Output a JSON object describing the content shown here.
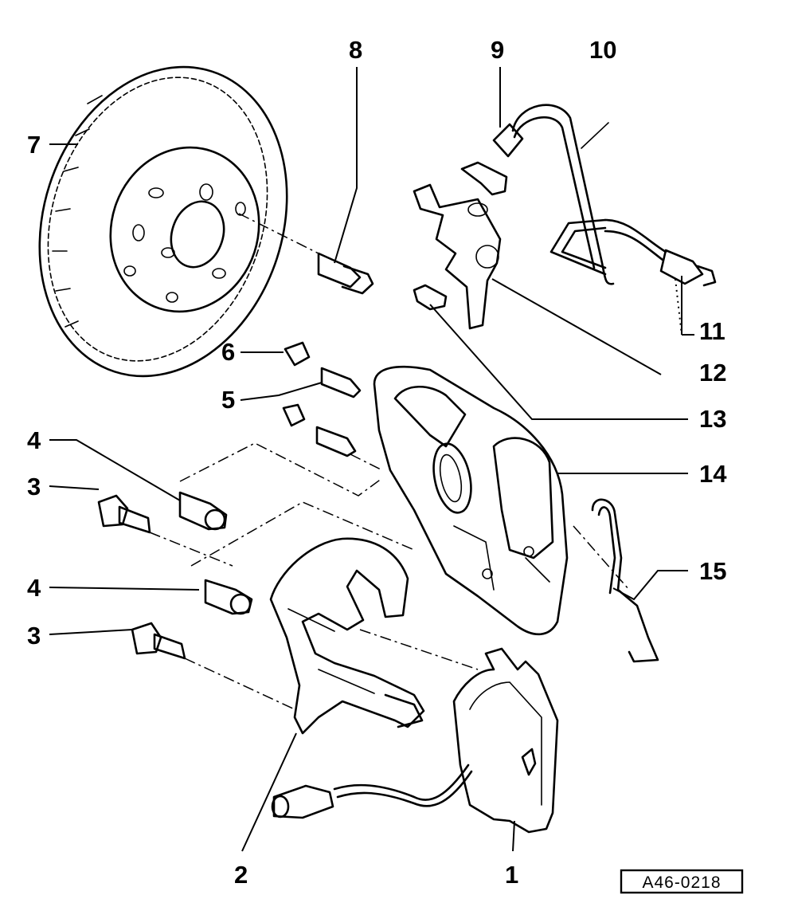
{
  "callouts": [
    {
      "id": "1",
      "label": "1"
    },
    {
      "id": "2",
      "label": "2"
    },
    {
      "id": "3a",
      "label": "3"
    },
    {
      "id": "3b",
      "label": "3"
    },
    {
      "id": "4a",
      "label": "4"
    },
    {
      "id": "4b",
      "label": "4"
    },
    {
      "id": "5",
      "label": "5"
    },
    {
      "id": "6",
      "label": "6"
    },
    {
      "id": "7",
      "label": "7"
    },
    {
      "id": "8",
      "label": "8"
    },
    {
      "id": "9",
      "label": "9"
    },
    {
      "id": "10",
      "label": "10"
    },
    {
      "id": "11",
      "label": "11"
    },
    {
      "id": "12",
      "label": "12"
    },
    {
      "id": "13",
      "label": "13"
    },
    {
      "id": "14",
      "label": "14"
    },
    {
      "id": "15",
      "label": "15"
    }
  ],
  "figure_code": "A46-0218"
}
